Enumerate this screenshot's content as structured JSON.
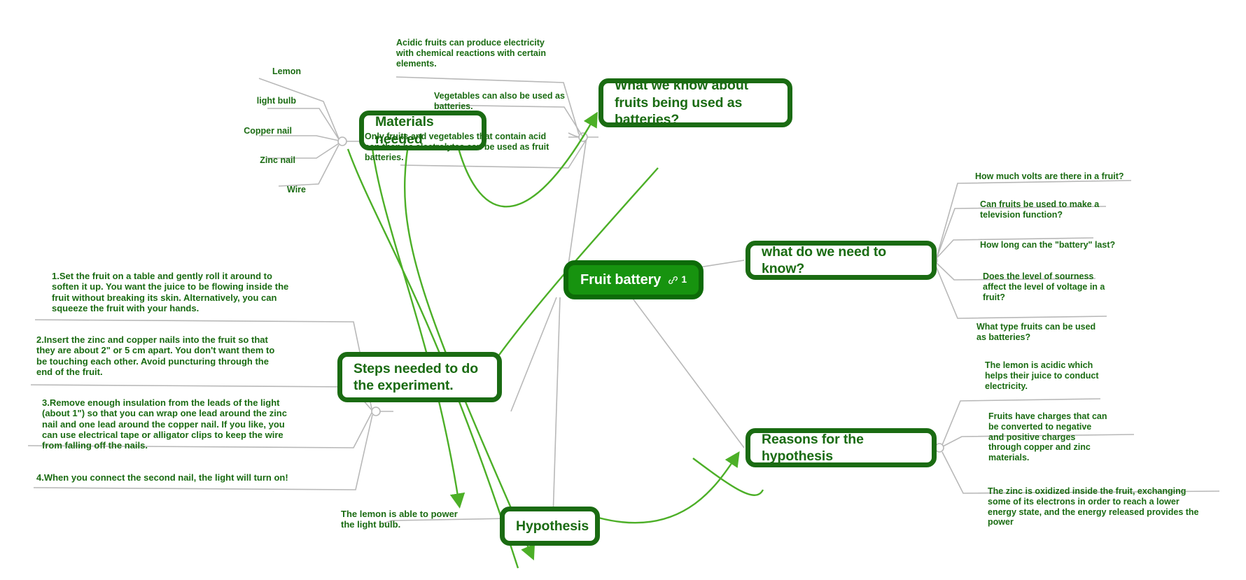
{
  "map": {
    "root": {
      "label": "Fruit battery",
      "link_count": "1",
      "link_icon": "link-icon"
    },
    "branches": [
      {
        "id": "what-we-know",
        "label": "What we know about fruits being used as batteries?",
        "children": [
          "Acidic fruits can produce electricity with chemical reactions with certain elements.",
          "Vegetables can also be used as batteries.",
          "Only fruits and vegetables that contain acid can then be electrolytes can be used as fruit batteries."
        ]
      },
      {
        "id": "materials-needed",
        "label": "Materials needed",
        "children": [
          "Lemon",
          "light bulb",
          "Copper nail",
          "Zinc nail",
          "Wire"
        ]
      },
      {
        "id": "what-do-we-need-to-know",
        "label": "what do we need to know?",
        "children": [
          "How much volts are there in a fruit?",
          "Can fruits be used to make a television function?",
          "How long can the \"battery\" last?",
          "Does the level of sourness affect the level of voltage in a fruit?",
          "What type fruits can be used as batteries?"
        ]
      },
      {
        "id": "reasons-for-the-hypothesis",
        "label": "Reasons for the hypothesis",
        "children": [
          "The lemon is acidic which helps their juice to conduct electricity.",
          "Fruits have charges that can be converted to negative and positive charges through copper and zinc materials.",
          "The zinc is oxidized inside the fruit, exchanging some of its electrons in order to reach a lower energy state, and the energy released provides the power"
        ]
      },
      {
        "id": "steps-needed",
        "label": "Steps needed to do the experiment.",
        "children": [
          "1.Set the fruit on a table and gently roll it around to soften it up. You want the juice to be flowing inside the fruit without breaking its skin. Alternatively, you can squeeze the fruit with your hands.",
          "2.Insert the zinc and copper nails into the fruit so that they are about 2\" or 5 cm apart. You don't want them to be touching each other. Avoid puncturing through the end of the fruit.",
          "3.Remove enough insulation from the leads of the light (about 1\") so that you can wrap one lead around the zinc nail and one lead around the copper nail. If you like, you can use electrical tape or alligator clips to keep the wire from falling off the nails.",
          "4.When you connect the second nail, the light will turn on!"
        ]
      },
      {
        "id": "hypothesis",
        "label": "Hypothesis",
        "children": [
          "The lemon is able to power the light bulb."
        ]
      }
    ]
  },
  "colors": {
    "node_border": "#1a6b12",
    "root_fill": "#17930f",
    "text_green": "#1a6b12",
    "wire_gray": "#b8b8b8",
    "relation_green": "#4caf27"
  }
}
